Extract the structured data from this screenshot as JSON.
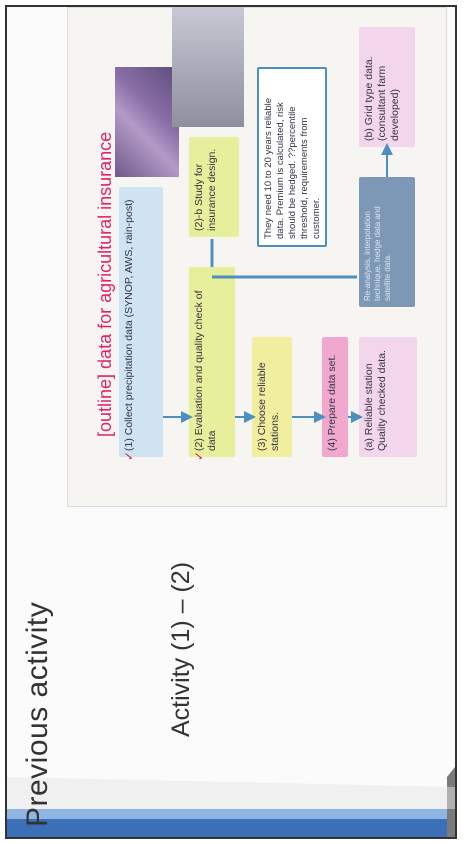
{
  "slide": {
    "title": "Previous activity",
    "subtitle": "Activity (1) – (2)"
  },
  "diagram": {
    "heading": "[outline] data for agricultural insurance",
    "box1": "(1) Collect precipitation data (SYNOP, AWS, rain-post)",
    "box2": "(2) Evaluation and quality check of data",
    "box2b": "(2)-b Study for insurance design.",
    "box3": "(3) Choose reliable stations.",
    "box4": "(4) Prepare data set.",
    "needs": "They need 10 to 20 years reliable data. Premium is calculated, risk should be hedged. ??percentile threshold, requirements from customer.",
    "box_a": "(a) Reliable station Quality checked data.",
    "box_b": "(b) Grid type data. (consultant farm developed)",
    "box_mid": "Re-analysis, interpolation technique, hedge data and satellite data."
  },
  "colors": {
    "accent_pink": "#e0246a",
    "box_blue": "#cfe3f3",
    "box_yellow": "#e8ef9c",
    "box_pink": "#f0a8cf",
    "arrow_blue": "#4d8fbf"
  }
}
